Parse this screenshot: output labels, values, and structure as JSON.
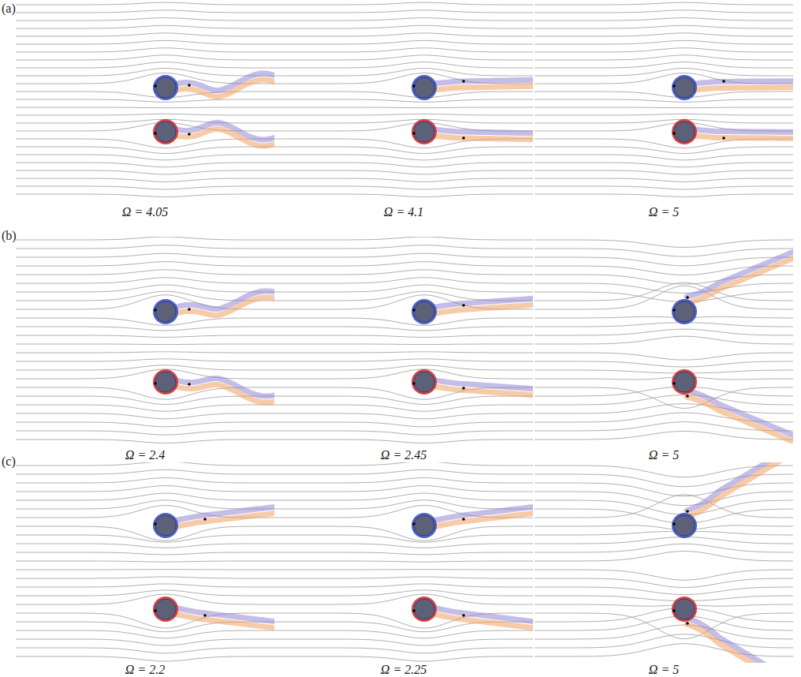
{
  "diagram": {
    "labels": [
      "(a)",
      "Ω = 4.05",
      "Ω = 4.1",
      "Ω = 5",
      "(b)",
      "Ω = 2.4",
      "Ω = 2.45",
      "Ω = 5",
      "(c)",
      "Ω = 2.2",
      "Ω = 2.25",
      "Ω = 5"
    ]
  }
}
